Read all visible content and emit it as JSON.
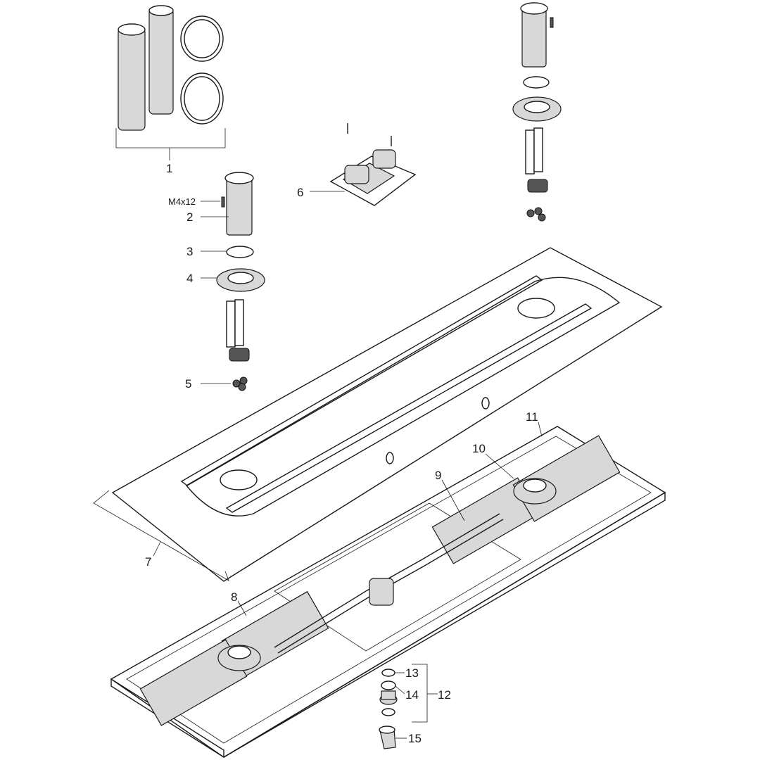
{
  "callouts": {
    "c1": "1",
    "screw_spec": "M4x12",
    "c2": "2",
    "c3": "3",
    "c4": "4",
    "c5": "5",
    "c6": "6",
    "c7": "7",
    "c8": "8",
    "c9": "9",
    "c10": "10",
    "c11": "11",
    "c12": "12",
    "c13": "13",
    "c14": "14",
    "c15": "15"
  }
}
